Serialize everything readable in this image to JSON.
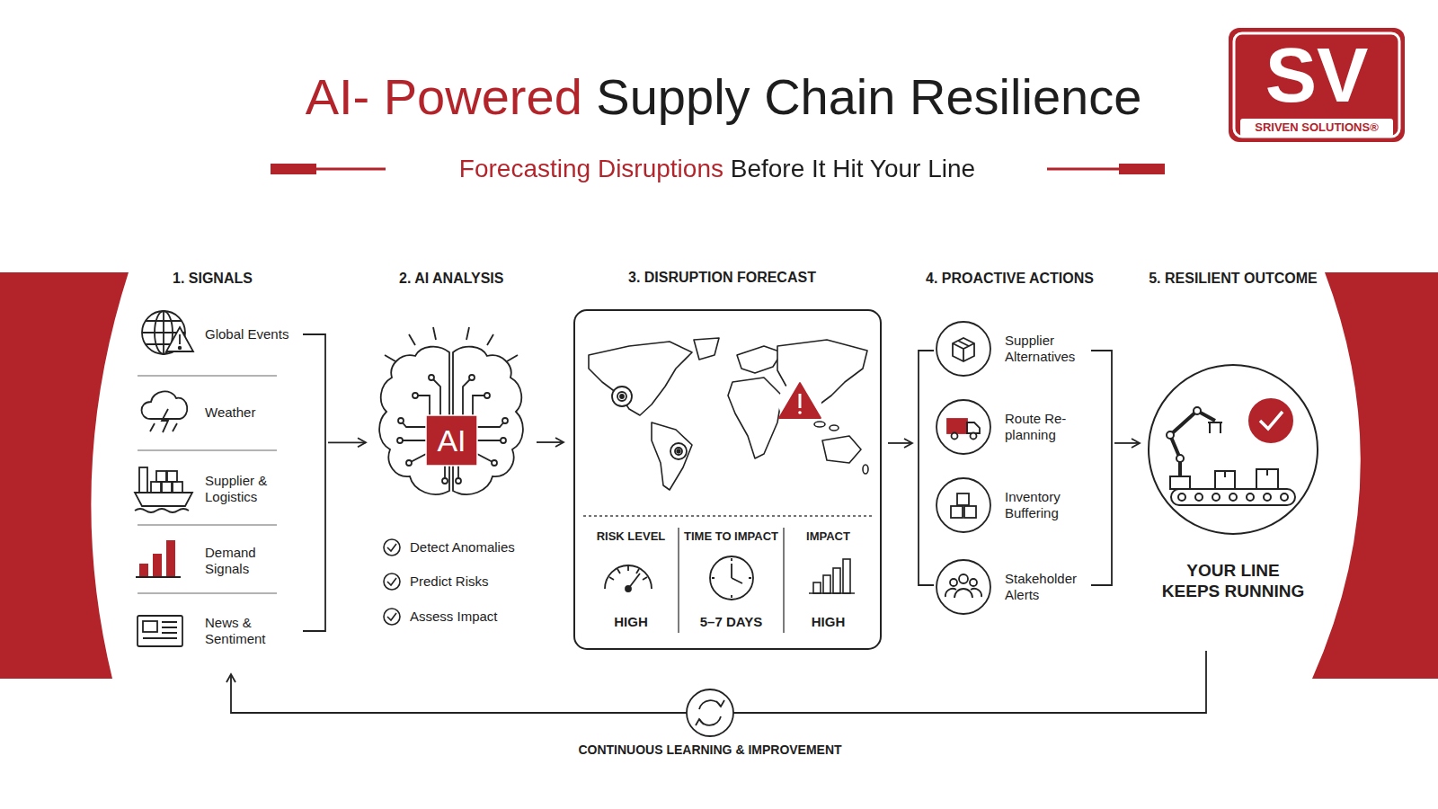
{
  "diagram": {
    "title": "AI- Powered Supply Chain Resilience",
    "nodes": [
      {
        "text": [
          "1. SIGNALS"
        ]
      },
      {
        "text": [
          "Global Events"
        ],
        "in": 0
      },
      {
        "text": [
          "Weather"
        ],
        "in": 0
      },
      {
        "text": [
          "Supplier & Logistics"
        ],
        "in": 0
      },
      {
        "text": [
          "Demand Signals"
        ],
        "in": 0
      },
      {
        "text": [
          "News & Sentiment"
        ],
        "in": 0
      },
      {
        "text": [
          "2. AI ANALYSIS"
        ]
      },
      {
        "text": [
          "AI"
        ],
        "in": 6
      },
      {
        "text": [
          "Detect Anomalies"
        ],
        "in": 6
      },
      {
        "text": [
          "Predict Risks"
        ],
        "in": 6
      },
      {
        "text": [
          "Assess Impact"
        ],
        "in": 6
      },
      {
        "text": [
          "3. DISRUPTION FORECAST"
        ]
      },
      {
        "text": [
          "RISK LEVEL",
          "HIGH"
        ],
        "in": 11
      },
      {
        "text": [
          "TIME TO IMPACT",
          "5–7 DAYS"
        ],
        "in": 11
      },
      {
        "text": [
          "IMPACT",
          "HIGH"
        ],
        "in": 11
      },
      {
        "text": [
          "4. PROACTIVE ACTIONS"
        ]
      },
      {
        "text": [
          "Supplier Alternatives"
        ],
        "in": 15
      },
      {
        "text": [
          "Route Re-planning"
        ],
        "in": 15
      },
      {
        "text": [
          "Inventory Buffering"
        ],
        "in": 15
      },
      {
        "text": [
          "Stakeholder Alerts"
        ],
        "in": 15
      },
      {
        "text": [
          "5. RESILIENT OUTCOME",
          "YOUR LINE KEEPS RUNNING"
        ]
      }
    ],
    "edges": [
      {
        "from": 0,
        "to": 7,
        "arrow": "to"
      },
      {
        "from": 7,
        "to": 11,
        "arrow": "to"
      },
      {
        "from": 11,
        "to": 15,
        "arrow": "to"
      },
      {
        "from": 15,
        "to": 20,
        "arrow": "to"
      },
      {
        "from": 20,
        "to": 0,
        "label": "CONTINUOUS LEARNING & IMPROVEMENT",
        "arrow": "to"
      }
    ],
    "labels": [
      "Forecasting Disruptions Before It Hit Your Line",
      "SV",
      "SRIVEN SOLUTIONS®"
    ]
  }
}
